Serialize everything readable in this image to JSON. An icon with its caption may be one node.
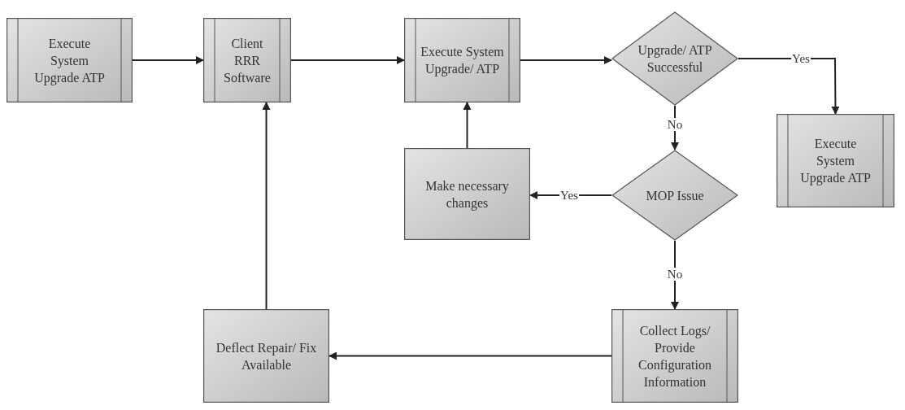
{
  "diagram": {
    "nodes": [
      {
        "text": [
          "Execute System Upgrade ATP"
        ]
      },
      {
        "text": [
          "Client RRR Software"
        ]
      },
      {
        "text": [
          "Execute System Upgrade/ ATP"
        ]
      },
      {
        "text": [
          "Upgrade/ ATP Successful"
        ]
      },
      {
        "text": [
          "Execute System Upgrade ATP"
        ]
      },
      {
        "text": [
          "Make necessary changes"
        ]
      },
      {
        "text": [
          "MOP Issue"
        ]
      },
      {
        "text": [
          "Collect Logs/ Provide Configuration Information"
        ]
      },
      {
        "text": [
          "Deflect Repair/ Fix Available"
        ]
      }
    ],
    "edges": [
      {
        "from": 0,
        "to": 1,
        "arrow": "to"
      },
      {
        "from": 1,
        "to": 2,
        "arrow": "to"
      },
      {
        "from": 2,
        "to": 3,
        "arrow": "to"
      },
      {
        "from": 3,
        "to": 4,
        "arrow": "to",
        "label": "Yes"
      },
      {
        "from": 3,
        "to": 6,
        "arrow": "to",
        "label": "No"
      },
      {
        "from": 6,
        "to": 5,
        "arrow": "to",
        "label": "Yes"
      },
      {
        "from": 5,
        "to": 2,
        "arrow": "to"
      },
      {
        "from": 6,
        "to": 7,
        "arrow": "to",
        "label": "No"
      },
      {
        "from": 7,
        "to": 8,
        "arrow": "to"
      },
      {
        "from": 8,
        "to": 1,
        "arrow": "to"
      }
    ]
  }
}
